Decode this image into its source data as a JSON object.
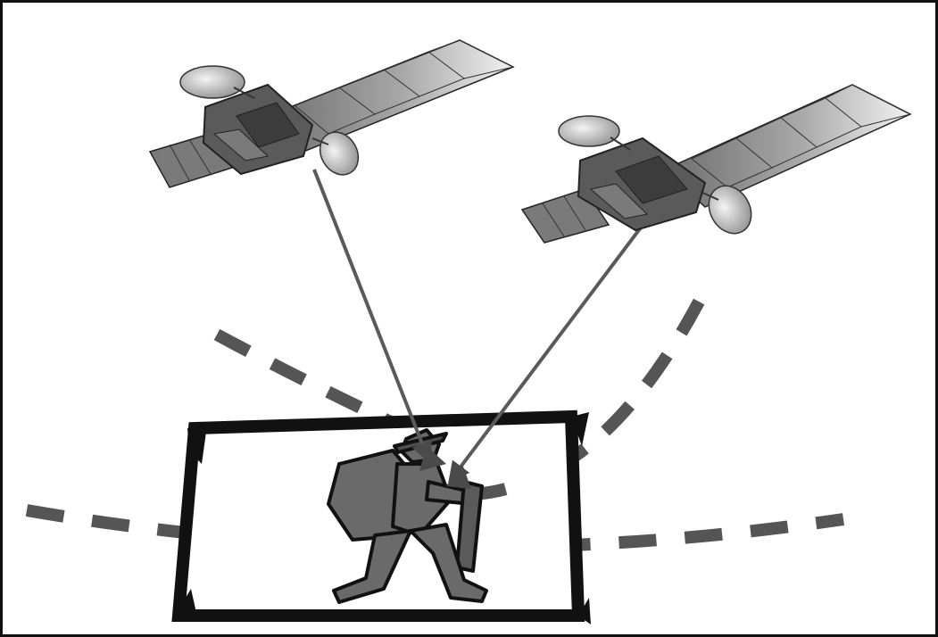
{
  "figure": {
    "elements": [
      {
        "id": "satellite-1",
        "label": ""
      },
      {
        "id": "satellite-2",
        "label": ""
      },
      {
        "id": "hiker",
        "label": ""
      }
    ],
    "colors": {
      "frame": "#111111",
      "arrow": "#5a5a5a",
      "dash": "#555555",
      "hiker": "#6a6a6a",
      "panel": "#8a8a8a",
      "panel_light": "#e6e6e6",
      "dish": "#cfcfcf"
    }
  }
}
